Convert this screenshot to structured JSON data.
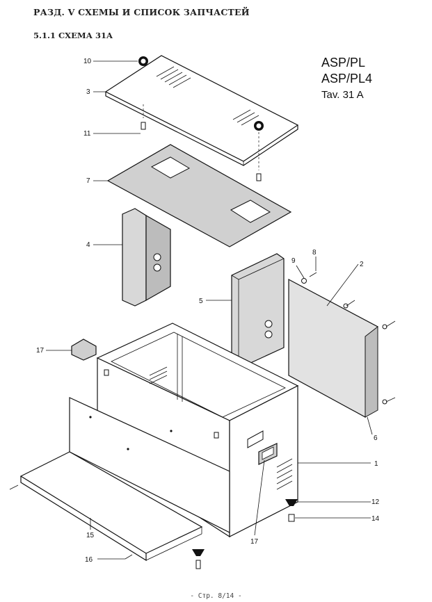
{
  "header": {
    "section": "РАЗД. V   СХЕМЫ И СПИСОК ЗАПЧАСТЕЙ",
    "scheme": "5.1.1  СХЕМА  31A"
  },
  "model": {
    "line1": "ASP/PL",
    "line2": "ASP/PL4",
    "line3": "Tav. 31 A"
  },
  "callouts": {
    "c10": "10",
    "c3": "3",
    "c11": "11",
    "c7": "7",
    "c4": "4",
    "c9": "9",
    "c8": "8",
    "c2": "2",
    "c5": "5",
    "c17a": "17",
    "c6": "6",
    "c1": "1",
    "c12": "12",
    "c14": "14",
    "c17b": "17",
    "c15": "15",
    "c16": "16"
  },
  "footer": "- Стр. 8/14 -"
}
